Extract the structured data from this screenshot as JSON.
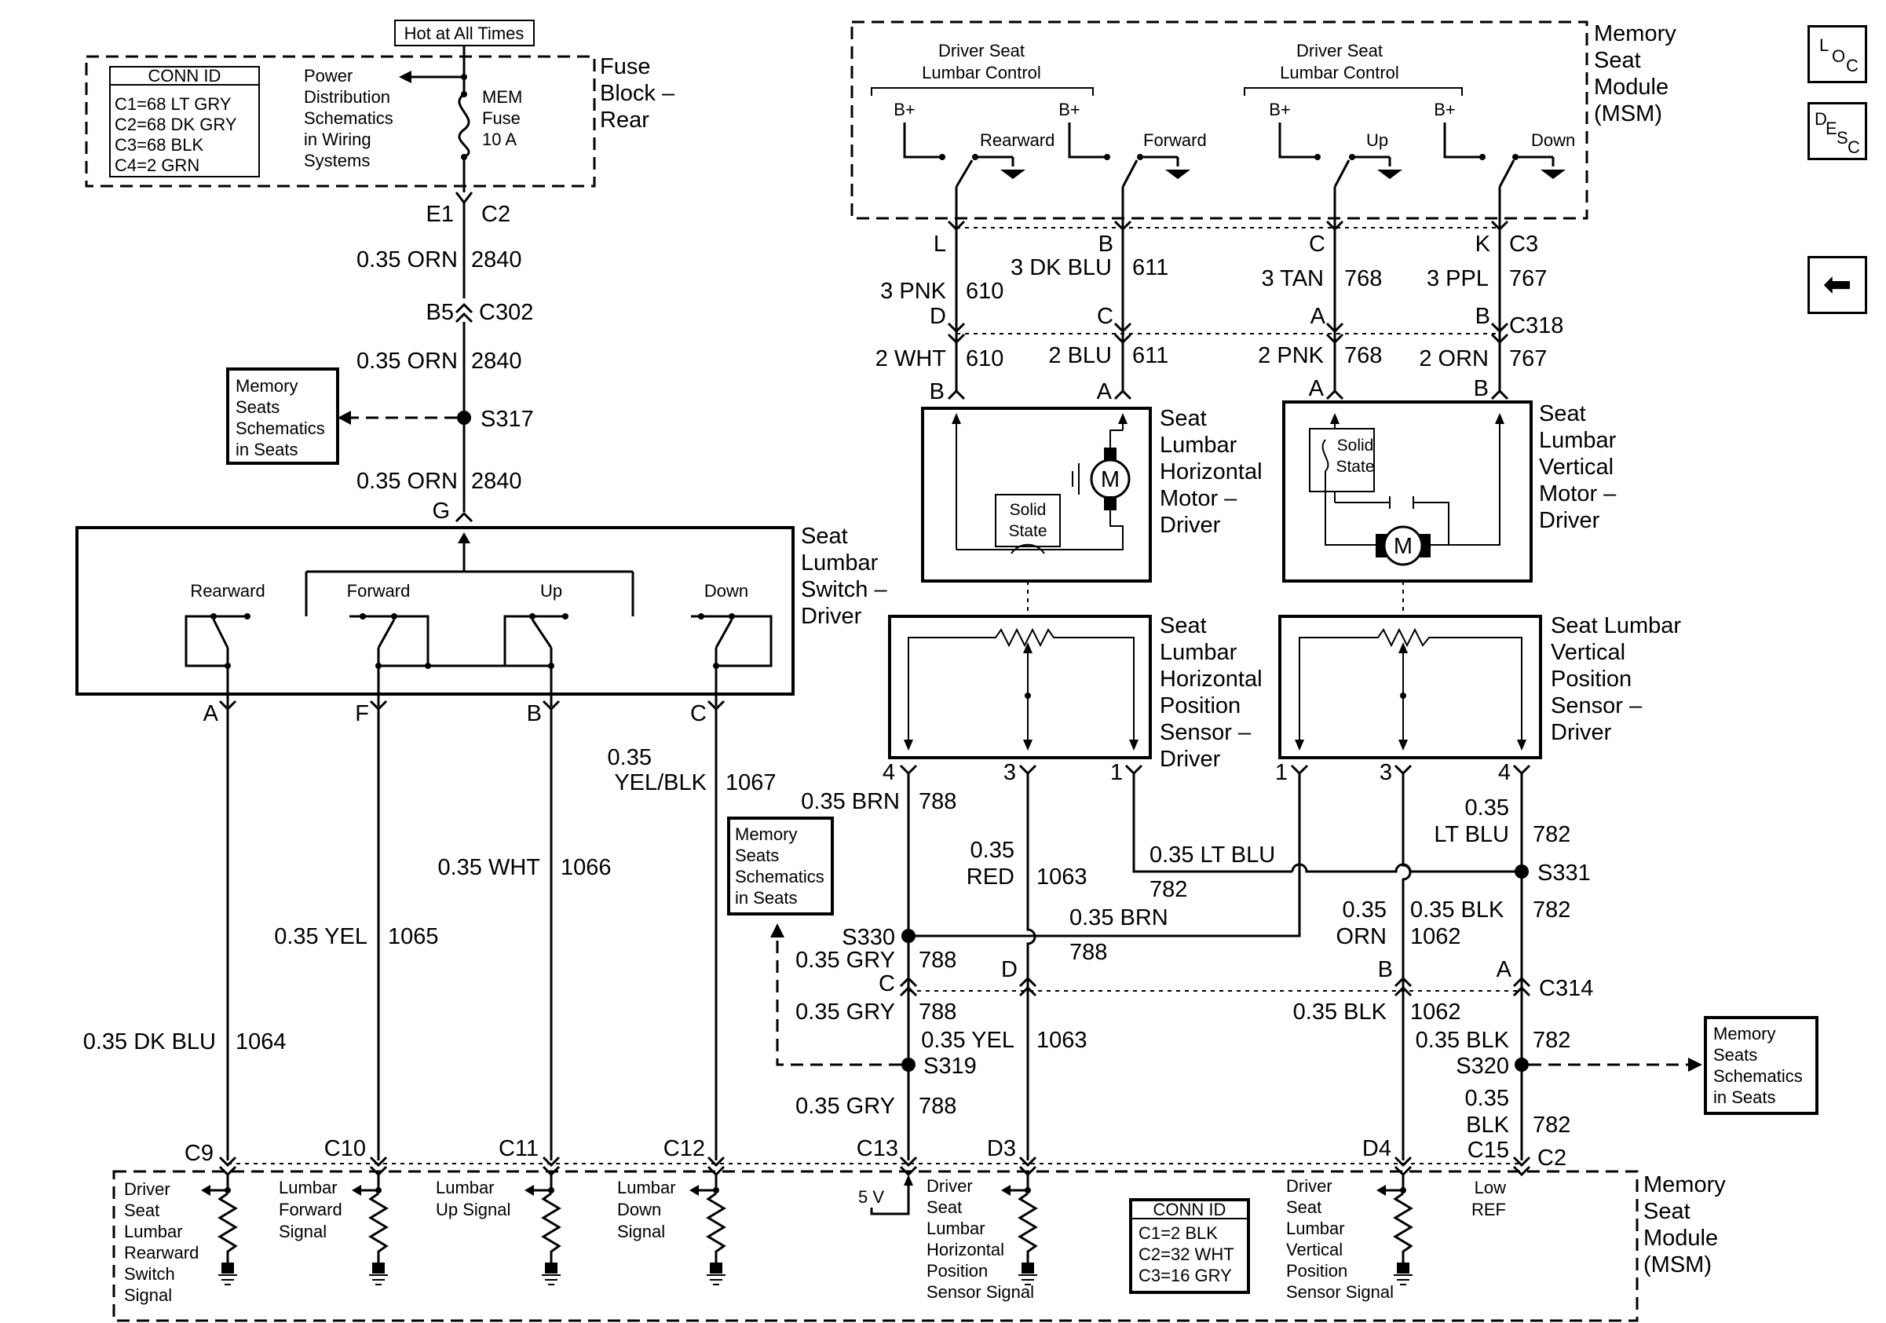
{
  "top": {
    "hot_label": "Hot at All Times",
    "fuse_block_1": "Fuse",
    "fuse_block_2": "Block –",
    "fuse_block_3": "Rear",
    "conn_title": "CONN ID",
    "conn_1": "C1=68 LT GRY",
    "conn_2": "C2=68 DK GRY",
    "conn_3": "C3=68 BLK",
    "conn_4": "C4=2 GRN",
    "pd_1": "Power",
    "pd_2": "Distribution",
    "pd_3": "Schematics",
    "pd_4": "in Wiring",
    "pd_5": "Systems",
    "fuse_1": "MEM",
    "fuse_2": "Fuse",
    "fuse_3": "10 A"
  },
  "left_wires": {
    "e1": "E1",
    "c2": "C2",
    "w1": "0.35 ORN",
    "c1": "2840",
    "b5": "B5",
    "c302": "C302",
    "w2": "0.35 ORN",
    "c2c": "2840",
    "s317": "S317",
    "w3": "0.35 ORN",
    "c3": "2840",
    "g": "G",
    "ref_1": "Memory",
    "ref_2": "Seats",
    "ref_3": "Schematics",
    "ref_4": "in Seats"
  },
  "switch": {
    "rearward": "Rearward",
    "forward": "Forward",
    "up": "Up",
    "down": "Down",
    "name_1": "Seat",
    "name_2": "Lumbar",
    "name_3": "Switch –",
    "name_4": "Driver",
    "pin_a": "A",
    "pin_f": "F",
    "pin_b": "B",
    "pin_c": "C"
  },
  "switch_wires": {
    "a_w": "0.35 DK BLU",
    "a_c": "1064",
    "f_w": "0.35 YEL",
    "f_c": "1065",
    "b_w": "0.35 WHT",
    "b_c": "1066",
    "c_w1": "0.35",
    "c_w2": "YEL/BLK",
    "c_c": "1067"
  },
  "msm_top": {
    "name_1": "Memory",
    "name_2": "Seat",
    "name_3": "Module",
    "name_4": "(MSM)",
    "ctl_1a": "Driver Seat",
    "ctl_1b": "Lumbar Control",
    "ctl_2a": "Driver Seat",
    "ctl_2b": "Lumbar Control",
    "bplus": "B+",
    "rearward": "Rearward",
    "forward": "Forward",
    "up": "Up",
    "down": "Down",
    "pin_l": "L",
    "pin_b": "B",
    "pin_c": "C",
    "pin_k": "K",
    "c3": "C3"
  },
  "motor_wires": {
    "l_w": "3 PNK",
    "l_c": "610",
    "b_w": "3 DK BLU",
    "b_c": "611",
    "c_w": "3 TAN",
    "c_c": "768",
    "k_w": "3 PPL",
    "k_c": "767",
    "d": "D",
    "c": "C",
    "a": "A",
    "b": "B",
    "c318": "C318",
    "l2_w": "2 WHT",
    "l2_c": "610",
    "b2_w": "2 BLU",
    "b2_c": "611",
    "c2_w": "2 PNK",
    "c2_c": "768",
    "k2_w": "2 ORN",
    "k2_c": "767",
    "hb": "B",
    "ha": "A",
    "va": "A",
    "vb": "B"
  },
  "motors": {
    "h_1": "Seat",
    "h_2": "Lumbar",
    "h_3": "Horizontal",
    "h_4": "Motor –",
    "h_5": "Driver",
    "v_1": "Seat",
    "v_2": "Lumbar",
    "v_3": "Vertical",
    "v_4": "Motor –",
    "v_5": "Driver",
    "solid_1": "Solid",
    "solid_2": "State",
    "m": "M"
  },
  "sensors": {
    "h_1": "Seat",
    "h_2": "Lumbar",
    "h_3": "Horizontal",
    "h_4": "Position",
    "h_5": "Sensor –",
    "h_6": "Driver",
    "v_1": "Seat Lumbar",
    "v_2": "Vertical",
    "v_3": "Position",
    "v_4": "Sensor –",
    "v_5": "Driver",
    "p4": "4",
    "p3": "3",
    "p1": "1"
  },
  "sensor_wires": {
    "h4_w": "0.35 BRN",
    "h4_c": "788",
    "h3_w1": "0.35",
    "h3_w2": "RED",
    "h3_c": "1063",
    "h1_w": "0.35 LT BLU",
    "h1_c": "782",
    "brn_w": "0.35 BRN",
    "brn_c": "788",
    "v4_w1": "0.35",
    "v4_w2": "LT BLU",
    "v4_c": "782",
    "s331": "S331",
    "orn_w1": "0.35",
    "orn_w2": "ORN",
    "blk_w": "0.35 BLK",
    "blk_c": "1062",
    "blk782": "782",
    "s330": "S330",
    "gry_w": "0.35 GRY",
    "gry_c": "788",
    "c_pin": "C",
    "d_pin": "D",
    "b_pin": "B",
    "a_pin": "A",
    "c314": "C314",
    "gry2_w": "0.35 GRY",
    "gry2_c": "788",
    "yel_w": "0.35 YEL",
    "yel_c": "1063",
    "blk2_w": "0.35 BLK",
    "blk2_c": "1062",
    "blk3_w": "0.35 BLK",
    "blk3_c": "782",
    "s319": "S319",
    "s320": "S320",
    "gry3_w": "0.35 GRY",
    "gry3_c": "788",
    "blk4_w1": "0.35",
    "blk4_w2": "BLK",
    "blk4_c": "782",
    "c15": "C15",
    "c2": "C2",
    "ref_1": "Memory",
    "ref_2": "Seats",
    "ref_3": "Schematics",
    "ref_4": "in Seats"
  },
  "msm_bottom": {
    "c9": "C9",
    "c10": "C10",
    "c11": "C11",
    "c12": "C12",
    "c13": "C13",
    "d3": "D3",
    "d4": "D4",
    "rr_1": "Driver",
    "rr_2": "Seat",
    "rr_3": "Lumbar",
    "rr_4": "Rearward",
    "rr_5": "Switch",
    "rr_6": "Signal",
    "fw_1": "Lumbar",
    "fw_2": "Forward",
    "fw_3": "Signal",
    "up_1": "Lumbar",
    "up_2": "Up Signal",
    "dn_1": "Lumbar",
    "dn_2": "Down",
    "dn_3": "Signal",
    "five_v": "5 V",
    "hs_1": "Driver",
    "hs_2": "Seat",
    "hs_3": "Lumbar",
    "hs_4": "Horizontal",
    "hs_5": "Position",
    "hs_6": "Sensor Signal",
    "vs_1": "Driver",
    "vs_2": "Seat",
    "vs_3": "Lumbar",
    "vs_4": "Vertical",
    "vs_5": "Position",
    "vs_6": "Sensor Signal",
    "low_1": "Low",
    "low_2": "REF",
    "conn_title": "CONN ID",
    "conn_1": "C1=2 BLK",
    "conn_2": "C2=32 WHT",
    "conn_3": "C3=16 GRY",
    "name_1": "Memory",
    "name_2": "Seat",
    "name_3": "Module",
    "name_4": "(MSM)"
  },
  "nav": {
    "loc_l": "L",
    "loc_o": "O",
    "loc_c": "C",
    "desc_d": "D",
    "desc_e": "E",
    "desc_s": "S",
    "desc_c": "C",
    "back_glyph": "⬅"
  }
}
